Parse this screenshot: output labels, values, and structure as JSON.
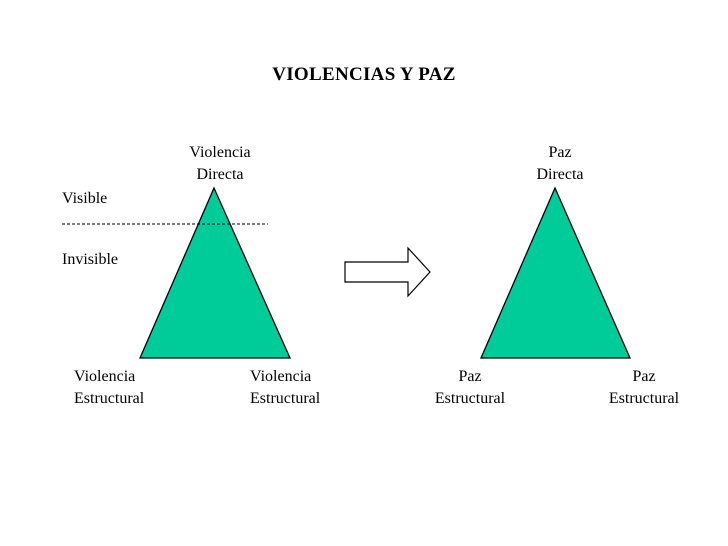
{
  "title": "VIOLENCIAS Y PAZ",
  "left": {
    "top_label": [
      "Violencia",
      "Directa"
    ],
    "bottom_left_label": [
      "Violencia",
      "Estructural"
    ],
    "bottom_right_label": [
      "Violencia",
      "Estructural"
    ],
    "visible_label": "Visible",
    "invisible_label": "Invisible"
  },
  "right": {
    "top_label": [
      "Paz",
      "Directa"
    ],
    "bottom_left_label": [
      "Paz",
      "Estructural"
    ],
    "bottom_right_label": [
      "Paz",
      "Estructural"
    ]
  },
  "colors": {
    "triangle_fill": "#00CC99",
    "stroke": "#000000",
    "arrow_fill": "#FFFFFF"
  }
}
